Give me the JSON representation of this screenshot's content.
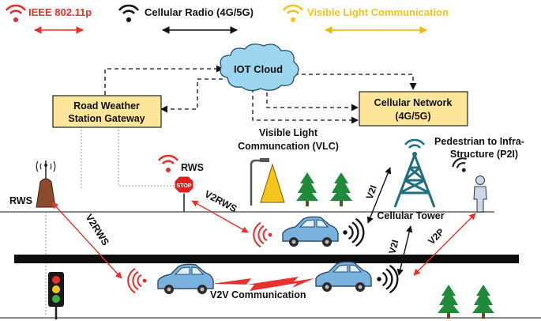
{
  "legend": [
    {
      "label": "IEEE 802.11p",
      "color": "#e8312a"
    },
    {
      "label": "Cellular Radio (4G/5G)",
      "color": "#111111"
    },
    {
      "label": "Visible Light Communication",
      "color": "#f5c51c"
    }
  ],
  "nodes": {
    "iot_cloud": "IOT Cloud",
    "gateway_line1": "Road Weather",
    "gateway_line2": "Station Gateway",
    "cellular_network_line1": "Cellular Network",
    "cellular_network_line2": "(4G/5G)",
    "cellular_tower": "Cellular Tower",
    "rws_left": "RWS",
    "rws_stop": "RWS",
    "stop_sign": "STOP",
    "vlc_line1": "Visible Light",
    "vlc_line2": "Communcation (VLC)",
    "p2i_line1": "Pedestrian to Infra-",
    "p2i_line2": "Structure (P2I)"
  },
  "links": {
    "v2rws_left": "V2RWS",
    "v2rws_top": "V2RWS",
    "v2i_top": "V2I",
    "v2i_bottom": "V2I",
    "v2p": "V2P",
    "v2v": "V2V Communication"
  },
  "colors": {
    "box_fill": "#fde69a",
    "box_border": "#222222",
    "cloud_fill": "#9fd6ef",
    "wifi_red": "#e8312a",
    "vlc_yellow": "#f5c51c",
    "tower_teal": "#1f6f82",
    "car_blue": "#7ab2de",
    "tree_green": "#1e8a3a"
  }
}
